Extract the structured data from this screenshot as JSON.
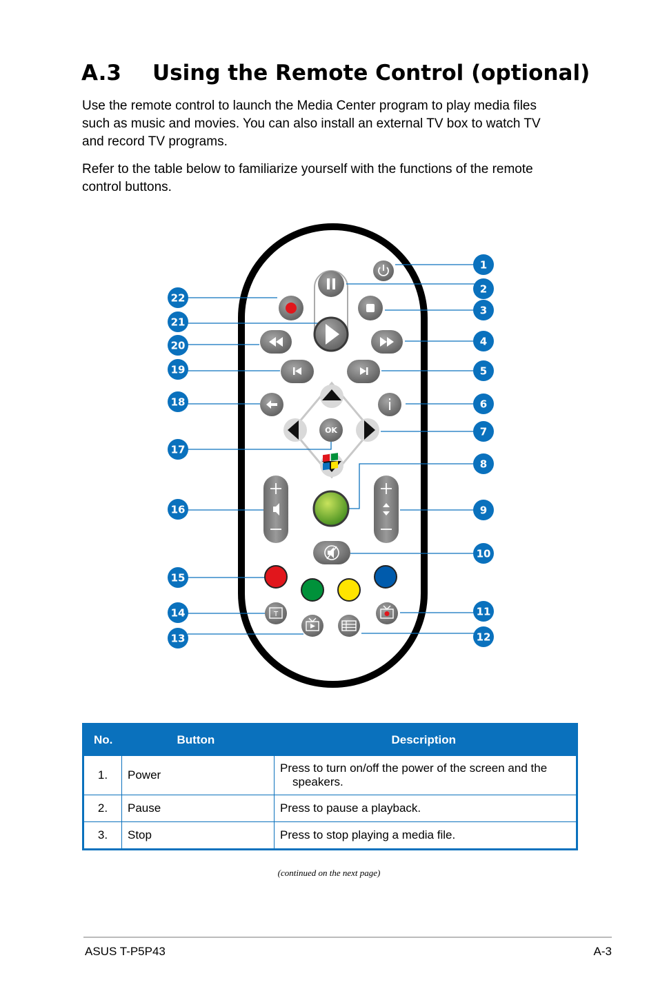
{
  "heading": {
    "number": "A.3",
    "title": "Using the Remote Control (optional)"
  },
  "paragraphs": [
    "Use the remote control to launch the Media Center program to play media files such as music and movies. You can also install an external TV box to watch TV and record TV programs.",
    "Refer to the table below to familiarize yourself with the functions of the remote control buttons."
  ],
  "remote": {
    "ok_label": "OK",
    "info_label": "i",
    "teletext_label": "T",
    "colors": {
      "record": "#e1161c",
      "red": "#e1161c",
      "green": "#00913a",
      "yellow": "#ffe400",
      "blue": "#005bac",
      "callout": "#0a71bd",
      "button": "#7c7c7c"
    },
    "callouts": [
      "1",
      "2",
      "3",
      "4",
      "5",
      "6",
      "7",
      "8",
      "9",
      "10",
      "11",
      "12",
      "13",
      "14",
      "15",
      "16",
      "17",
      "18",
      "19",
      "20",
      "21",
      "22"
    ]
  },
  "table": {
    "headers": {
      "no": "No.",
      "button": "Button",
      "description": "Description"
    },
    "rows": [
      {
        "no": "1.",
        "button": "Power",
        "desc_line1": "Press to turn on/off the power of the screen and the",
        "desc_line2": "speakers."
      },
      {
        "no": "2.",
        "button": "Pause",
        "desc_line1": "Press to pause a playback."
      },
      {
        "no": "3.",
        "button": "Stop",
        "desc_line1": "Press to stop playing a media file."
      }
    ]
  },
  "continued_note": "(continued on the next page)",
  "footer": {
    "left": "ASUS T-P5P43",
    "right": "A-3"
  }
}
